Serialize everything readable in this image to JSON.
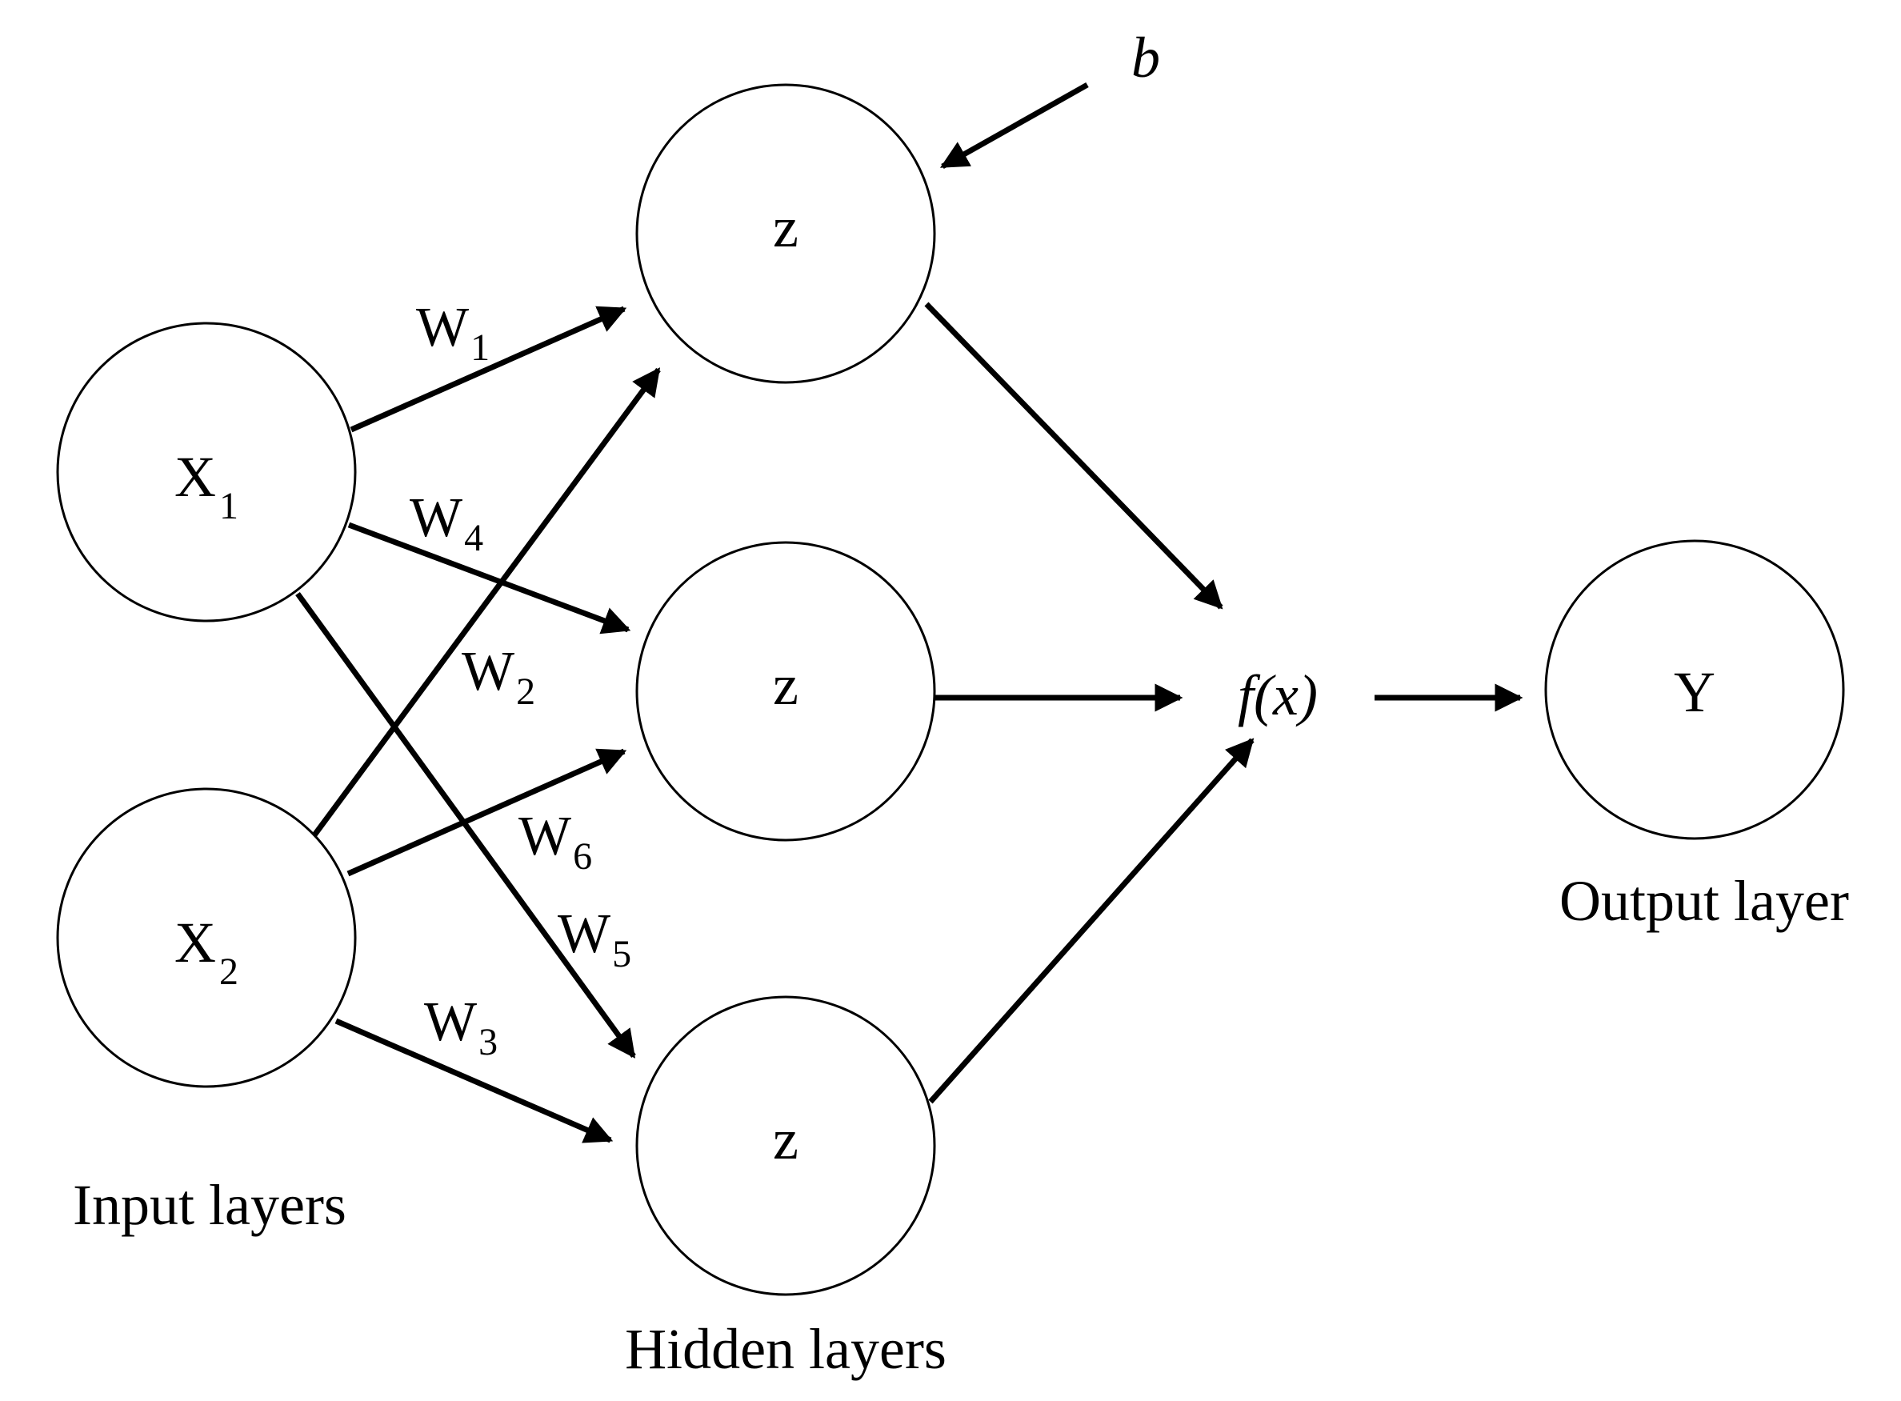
{
  "input": {
    "nodes": [
      {
        "main": "X",
        "sub": "1"
      },
      {
        "main": "X",
        "sub": "2"
      }
    ],
    "caption": "Input layers"
  },
  "hidden": {
    "nodes": [
      {
        "main": "z"
      },
      {
        "main": "z"
      },
      {
        "main": "z"
      }
    ],
    "caption": "Hidden layers"
  },
  "bias": "b",
  "activation": "f(x)",
  "output": {
    "node": "Y",
    "caption": "Output layer"
  },
  "weights": [
    {
      "main": "W",
      "sub": "1"
    },
    {
      "main": "W",
      "sub": "2"
    },
    {
      "main": "W",
      "sub": "3"
    },
    {
      "main": "W",
      "sub": "4"
    },
    {
      "main": "W",
      "sub": "5"
    },
    {
      "main": "W",
      "sub": "6"
    }
  ]
}
